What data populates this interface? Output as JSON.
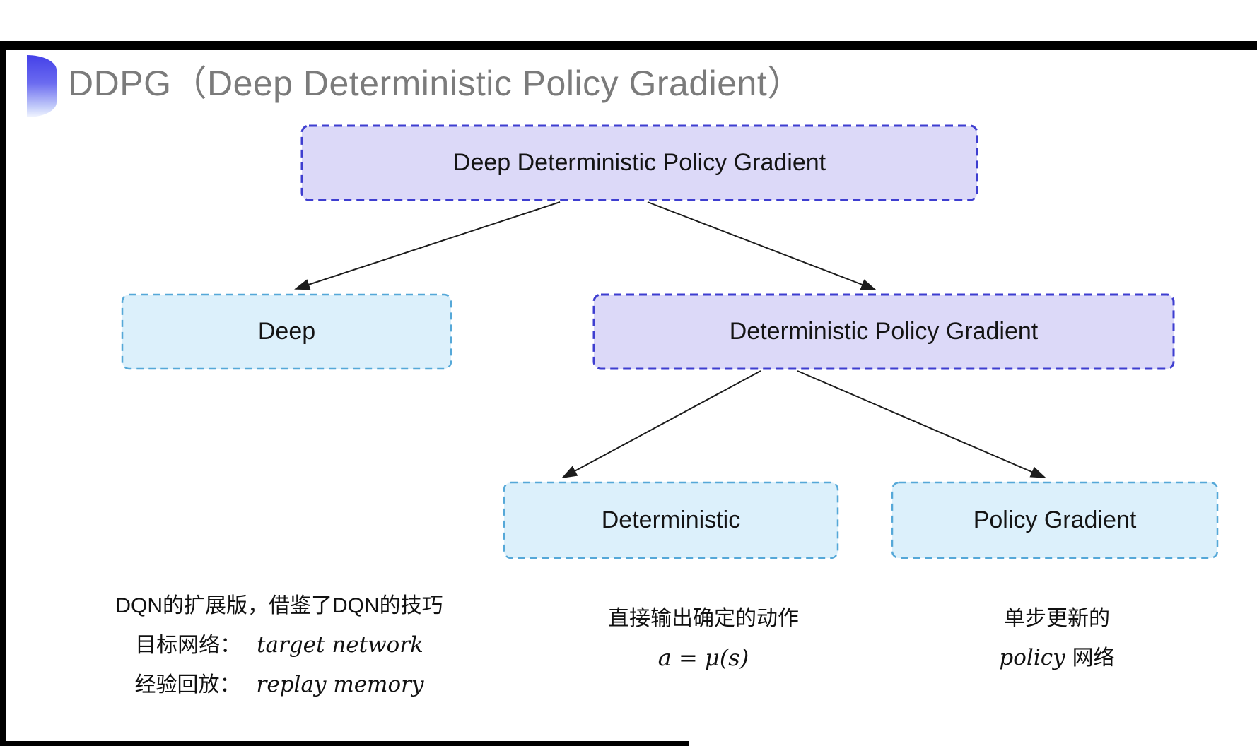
{
  "slide": {
    "title": "DDPG（Deep Deterministic Policy Gradient）"
  },
  "tree": {
    "root": {
      "label": "Deep Deterministic Policy Gradient"
    },
    "deep": {
      "label": "Deep"
    },
    "dpg": {
      "label": "Deterministic Policy Gradient"
    },
    "deterministic": {
      "label": "Deterministic"
    },
    "policy_gradient": {
      "label": "Policy Gradient"
    }
  },
  "notes": {
    "deep": {
      "line1": "DQN的扩展版，借鉴了DQN的技巧",
      "line2_label": "目标网络：",
      "line2_term": "target network",
      "line3_label": "经验回放：",
      "line3_term": "replay memory"
    },
    "deterministic": {
      "line1": "直接输出确定的动作",
      "formula": "a = μ(s)"
    },
    "policy_gradient": {
      "line1": "单步更新的",
      "line2_term": "policy",
      "line2_suffix": "网络"
    }
  },
  "colors": {
    "purple_fill": "#dcd9f8",
    "purple_border": "#3e3ed0",
    "cyan_fill": "#dcf0fb",
    "cyan_border": "#55a8d8",
    "title_gray": "#7b7b7b",
    "arrow": "#1c1c1c"
  }
}
